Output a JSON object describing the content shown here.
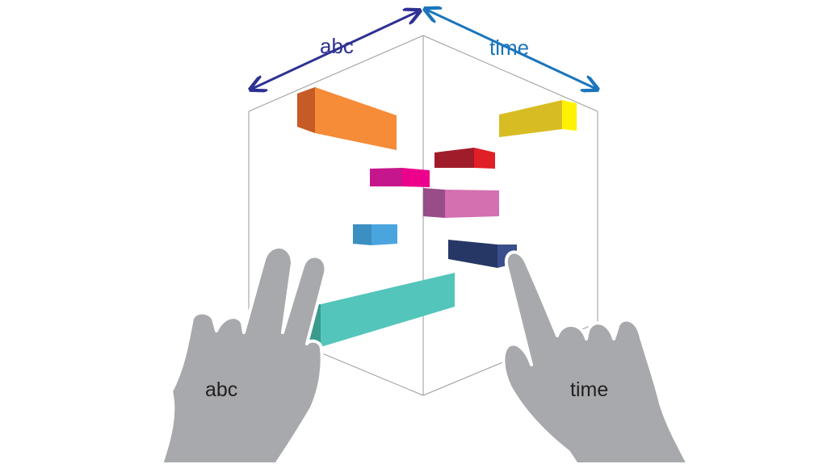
{
  "diagram": {
    "axes": {
      "left": {
        "label": "abc",
        "color": "#2e3192"
      },
      "right": {
        "label": "time",
        "color": "#1b75bc"
      }
    },
    "hands": {
      "left": {
        "label": "abc",
        "gesture": "two fingers raised"
      },
      "right": {
        "label": "time",
        "gesture": "one finger pointing"
      }
    },
    "colors": {
      "cube_edge": "#9a9a9a",
      "hand_fill": "#a7a9ac",
      "hand_edge": "#ffffff"
    },
    "blocks": [
      {
        "name": "orange",
        "front": "#f68b38",
        "side": "#c75b26"
      },
      {
        "name": "yellow",
        "front": "#d7bd23",
        "side": "#fff200"
      },
      {
        "name": "dark-red",
        "front": "#a11c2b",
        "side": "#e11f26"
      },
      {
        "name": "magenta",
        "front": "#c6168d",
        "side": "#ec008c"
      },
      {
        "name": "pink",
        "front": "#d46fb0",
        "side": "#974d87"
      },
      {
        "name": "blue",
        "front": "#4aa5df",
        "side": "#3b8fc1"
      },
      {
        "name": "navy",
        "front": "#263766",
        "side": "#3b4e8c"
      },
      {
        "name": "teal",
        "front": "#53c5bb",
        "side": "#3a9a8e"
      }
    ]
  }
}
